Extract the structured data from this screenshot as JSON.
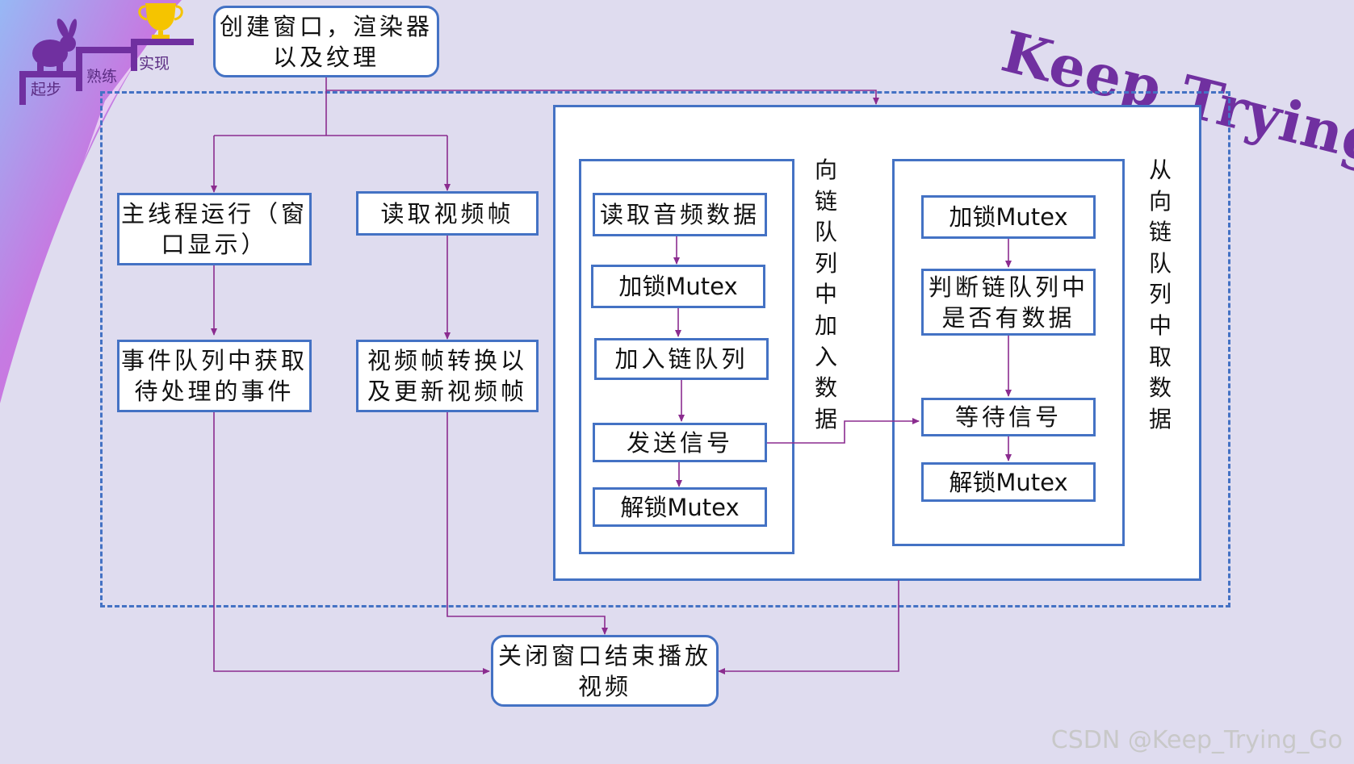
{
  "banner": "Keep Trying_Go",
  "watermark": "CSDN @Keep_Trying_Go",
  "logo": {
    "step1": "起步",
    "step2": "熟练",
    "step3": "实现"
  },
  "colors": {
    "box_border": "#4472c4",
    "arrow": "#8b2c8f",
    "logo": "#7030a0",
    "trophy": "#f5c400"
  },
  "nodes": {
    "create": "创建窗口，渲染器\n以及纹理",
    "main_thread": "主线程运行（窗\n口显示）",
    "read_frame": "读取视频帧",
    "event_queue": "事件队列中获取\n待处理的事件",
    "convert_frame": "视频帧转换以\n及更新视频帧",
    "close": "关闭窗口结束播放\n视频",
    "p_read_audio": "读取音频数据",
    "p_lock": "加锁Mutex",
    "p_enqueue": "加入链队列",
    "p_signal": "发送信号",
    "p_unlock": "解锁Mutex",
    "c_lock": "加锁Mutex",
    "c_check": "判断链队列中\n是否有数据",
    "c_wait": "等待信号",
    "c_unlock": "解锁Mutex"
  },
  "side_labels": {
    "producer": "向\n链\n队\n列\n中\n加\n入\n数\n据",
    "consumer": "从\n向\n链\n队\n列\n中\n取\n数\n据"
  }
}
